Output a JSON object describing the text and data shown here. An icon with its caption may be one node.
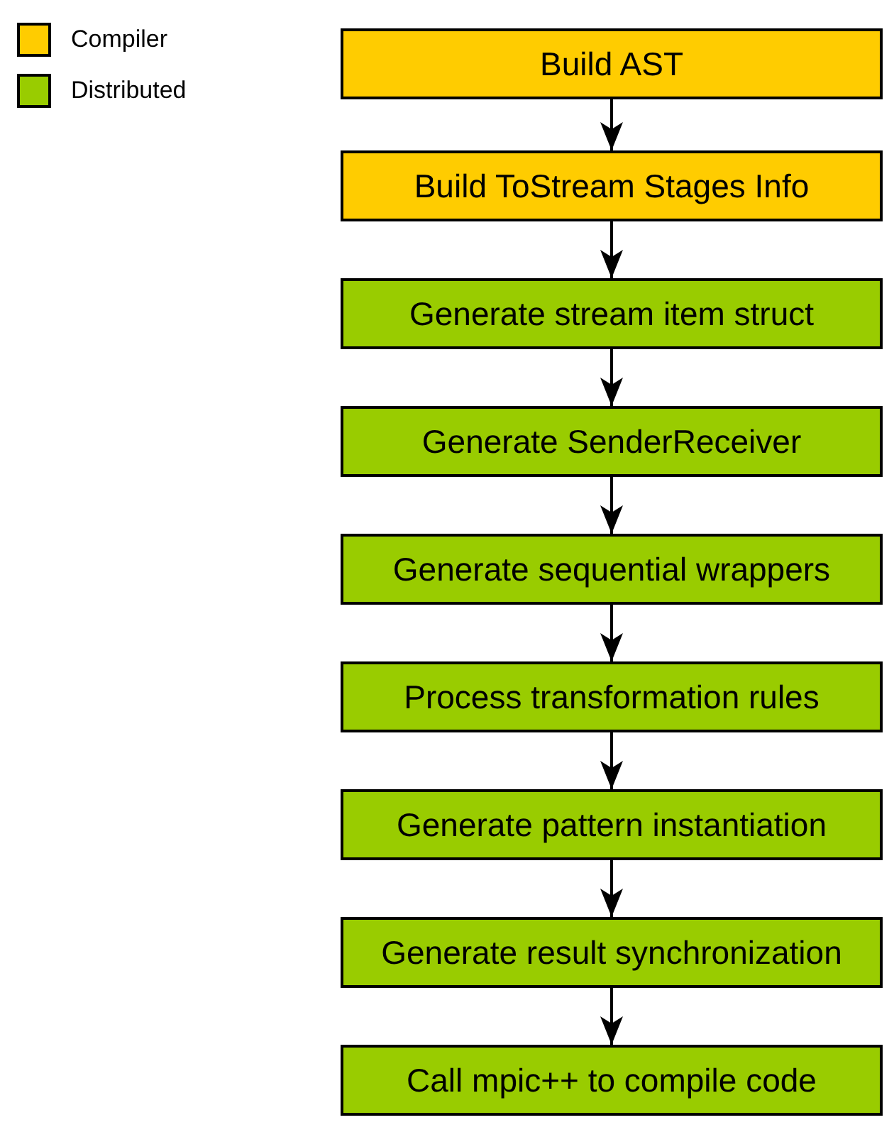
{
  "diagram": {
    "nodes": [
      {
        "text": [
          "Build AST"
        ]
      },
      {
        "text": [
          "Build ToStream Stages Info"
        ]
      },
      {
        "text": [
          "Generate stream item struct"
        ]
      },
      {
        "text": [
          "Generate SenderReceiver"
        ]
      },
      {
        "text": [
          "Generate sequential wrappers"
        ]
      },
      {
        "text": [
          "Process transformation rules"
        ]
      },
      {
        "text": [
          "Generate pattern instantiation"
        ]
      },
      {
        "text": [
          "Generate result synchronization"
        ]
      },
      {
        "text": [
          "Call mpic++ to compile code"
        ]
      }
    ],
    "edges": [
      {
        "from": 0,
        "to": 1,
        "arrow": "to"
      },
      {
        "from": 1,
        "to": 2,
        "arrow": "to"
      },
      {
        "from": 2,
        "to": 3,
        "arrow": "to"
      },
      {
        "from": 3,
        "to": 4,
        "arrow": "to"
      },
      {
        "from": 4,
        "to": 5,
        "arrow": "to"
      },
      {
        "from": 5,
        "to": 6,
        "arrow": "to"
      },
      {
        "from": 6,
        "to": 7,
        "arrow": "to"
      },
      {
        "from": 7,
        "to": 8,
        "arrow": "to"
      }
    ],
    "legend": [
      {
        "text": "Compiler",
        "color": "#ffcc00"
      },
      {
        "text": "Distributed",
        "color": "#99cc00"
      }
    ]
  }
}
